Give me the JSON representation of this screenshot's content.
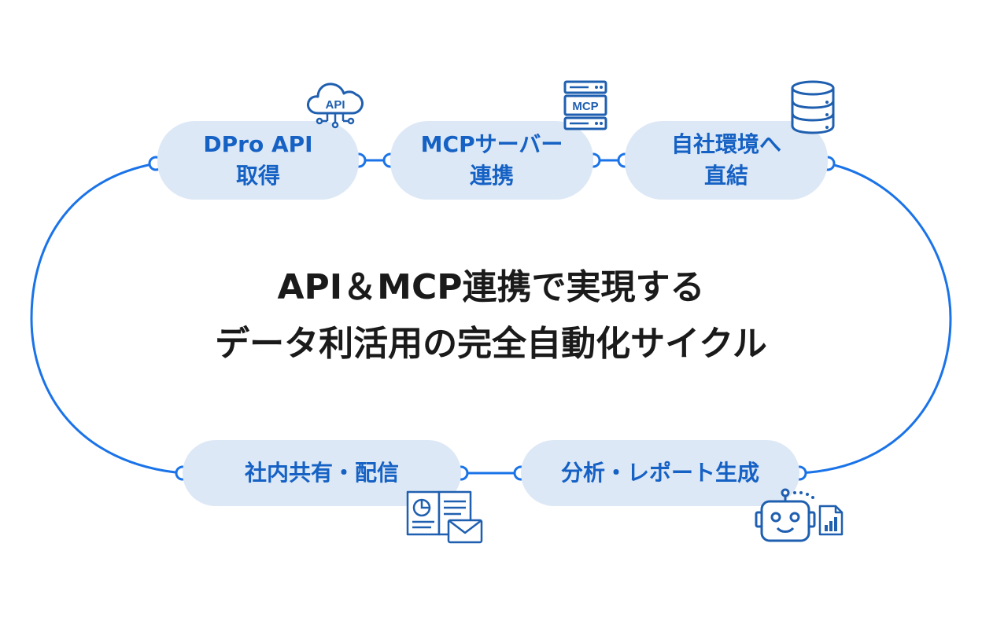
{
  "title": {
    "line1": "API＆MCP連携で実現する",
    "line2": "データ利活用の完全自動化サイクル"
  },
  "steps": {
    "api": {
      "line1": "DPro API",
      "line2": "取得",
      "icon": "cloud-api-icon",
      "icon_text": "API"
    },
    "mcp": {
      "line1": "MCPサーバー",
      "line2": "連携",
      "icon": "server-icon",
      "icon_text": "MCP"
    },
    "env": {
      "line1": "自社環境へ",
      "line2": "直結",
      "icon": "database-icon"
    },
    "report": {
      "line1": "分析・レポート生成",
      "icon": "robot-report-icon"
    },
    "share": {
      "line1": "社内共有・配信",
      "icon": "document-mail-icon"
    }
  },
  "colors": {
    "accent": "#1a73e8",
    "pill_bg": "#dde8f6",
    "pill_text": "#1561c4",
    "icon_stroke": "#1f5fb0",
    "title_text": "#1a1a1a"
  }
}
